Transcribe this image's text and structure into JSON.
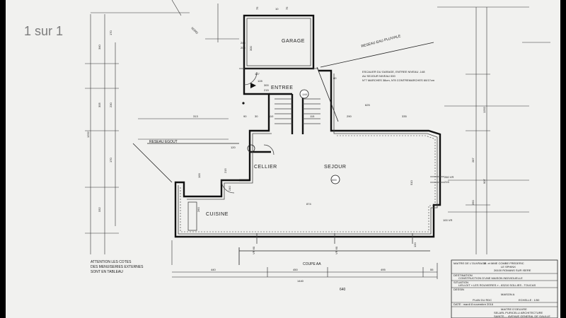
{
  "viewer": {
    "page_counter": "1 sur 1"
  },
  "plan": {
    "rooms": {
      "garage": "GARAGE",
      "entree": "ENTREE",
      "cellier": "CELLIER",
      "sejour": "SEJOUR",
      "cuisine": "CUISINE"
    },
    "notes": {
      "reseau_pluvial": "RESEAU EAU PLUVIALE",
      "reseau_egout": "RESEAU EGOUT",
      "stair_line1": "ESCALIER DU GARAGE, ENTREE NIVEAU -148",
      "stair_line2": "AU SEJOUR NIVEAU 000",
      "stair_line3": "N°7 MARCHES 38cm, N°8 CONTREMARCHES 60/17cm",
      "attention1": "ATTENTION LES COTES",
      "attention2": "DES MENUISERIES EXTERNES",
      "attention3": "SONT EN TABLEAU",
      "coupe": "COUPE AA",
      "nord": "NORD",
      "handwritten": "640"
    },
    "levels": {
      "entree": "-140",
      "sejour": "000"
    },
    "dims": {
      "garage_w1": "245",
      "garage_w2": "205",
      "garage_h": "300",
      "g1": "75",
      "g2": "10",
      "g3": "75",
      "t340": "340",
      "t170": "170",
      "t305": "305",
      "t230": "230",
      "t1252": "1252",
      "t332": "332",
      "t170b": "170",
      "r1252": "1252",
      "r287": "287",
      "r907": "907",
      "r260": "260",
      "d313": "313",
      "d90": "90",
      "d30": "30",
      "d110": "110",
      "d115": "115",
      "d290": "290",
      "d625": "625",
      "d335": "335",
      "d128": "128",
      "d300": "300",
      "d215": "215",
      "d80": "80",
      "d147": "147",
      "d120": "120",
      "d874": "874",
      "d510": "510",
      "d260": "260",
      "d240": "240",
      "d215b": "215",
      "d100": "100",
      "vr260": "260 VR",
      "vr215": "215",
      "vr100": "100 VR",
      "w60a": "VR 60",
      "w60b": "VR 60",
      "w120": "120",
      "b440": "440",
      "b450": "450",
      "b495": "495",
      "b55": "55",
      "b1440": "1440"
    }
  },
  "title_block": {
    "maitre_label": "MAITRE DE L'OUVRAGE",
    "maitre_value": "M. et MME COMBE FREDERIC",
    "addr1": "LE SPHINX",
    "addr2": "26100 ROMANS SUR ISERE",
    "destination_label": "DESTINATION",
    "destination_value": "CONSTRUCTION D'UNE MAISON INDIVIDUELLE",
    "situation_label": "SITUATION",
    "situation_value": "LIEU-DIT « LES ROUVIERES » - 83210 SOLLIES - TOUCAS",
    "dessin_label": "DESSIN",
    "maison": "MAISON A",
    "plan": "PLAN DU RDC",
    "echelle": "ECHELLE : 1/50",
    "date": "DATE : mardi 8 novembre 2016",
    "archi_label": "MAITRE D'OEUVRE",
    "archi_value": "SELARL PURICELLI ARCHITECTURE",
    "archi_addr": "SAINTE-... AVENUE GENERAL DE GAULLE"
  }
}
